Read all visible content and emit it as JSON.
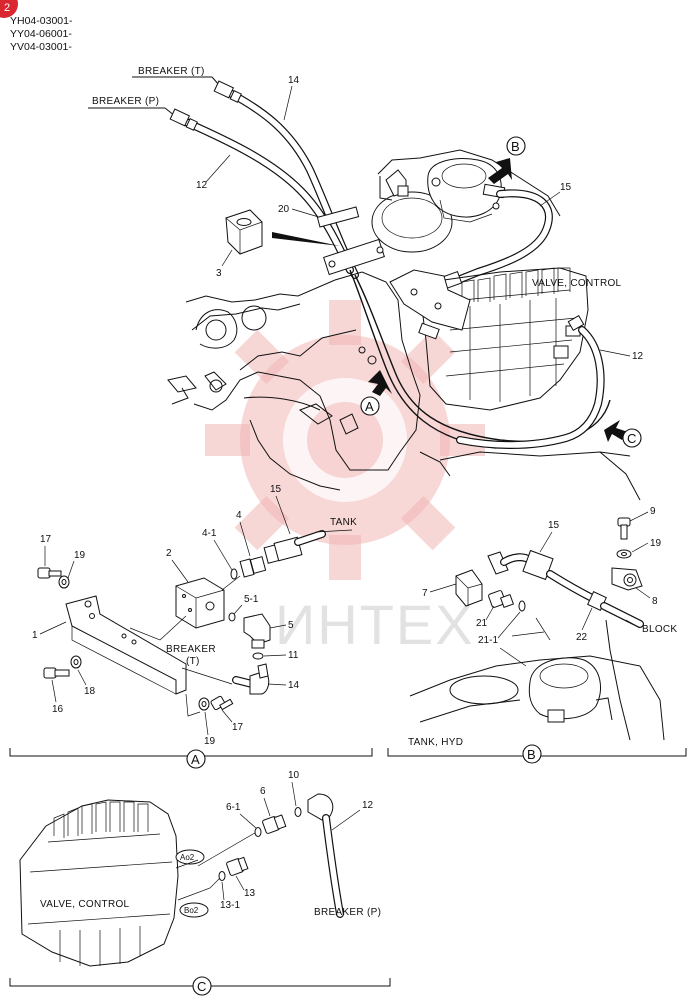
{
  "page_badge": "2",
  "serials": [
    "YH04-03001-",
    "YY04-06001-",
    "YV04-03001-"
  ],
  "watermark": "ИНТЕХ",
  "main_view": {
    "captions": {
      "breaker_t": "BREAKER (T)",
      "breaker_p": "BREAKER (P)",
      "valve_control": "VALVE, CONTROL"
    },
    "callouts": {
      "b": "B",
      "a": "A",
      "c": "C"
    },
    "parts": {
      "p14": "14",
      "p12a": "12",
      "p20": "20",
      "p3": "3",
      "p15": "15",
      "p12b": "12"
    }
  },
  "detail_a": {
    "view_label": "A",
    "captions": {
      "tank": "TANK",
      "breaker_t_line1": "BREAKER",
      "breaker_t_line2": "(T)"
    },
    "parts": {
      "p17a": "17",
      "p19a": "19",
      "p2": "2",
      "p4_1": "4-1",
      "p4": "4",
      "p15": "15",
      "p1": "1",
      "p5_1": "5-1",
      "p5": "5",
      "p11": "11",
      "p14": "14",
      "p16": "16",
      "p18": "18",
      "p19b": "19",
      "p17b": "17"
    }
  },
  "detail_b": {
    "view_label": "B",
    "captions": {
      "block": "BLOCK",
      "tank_hyd": "TANK, HYD"
    },
    "parts": {
      "p15": "15",
      "p9": "9",
      "p19": "19",
      "p7": "7",
      "p21": "21",
      "p21_1": "21-1",
      "p22": "22",
      "p8": "8"
    }
  },
  "detail_c": {
    "view_label": "C",
    "captions": {
      "valve_control": "VALVE, CONTROL",
      "breaker_p": "BREAKER (P)",
      "ao2": "Ao2",
      "bo2": "Bo2"
    },
    "parts": {
      "p10": "10",
      "p12": "12",
      "p6": "6",
      "p6_1": "6-1",
      "p13": "13",
      "p13_1": "13-1"
    }
  }
}
